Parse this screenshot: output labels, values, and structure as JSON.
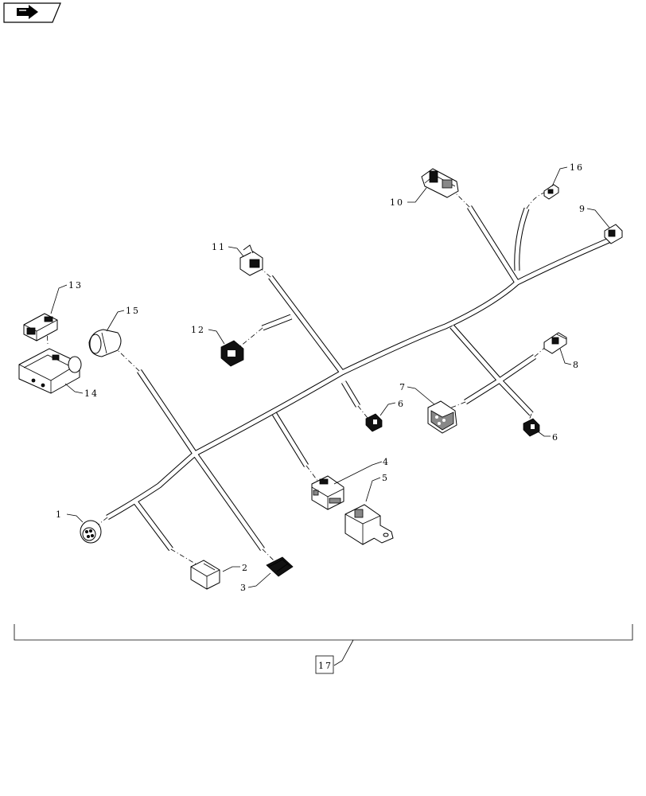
{
  "nav": {
    "icon": "next-arrow-icon"
  },
  "callouts": {
    "c1": "1",
    "c2": "2",
    "c3": "3",
    "c4": "4",
    "c5": "5",
    "c6a": "6",
    "c6b": "6",
    "c7": "7",
    "c8": "8",
    "c9": "9",
    "c10": "10",
    "c11": "11",
    "c12": "12",
    "c13": "13",
    "c14": "14",
    "c15": "15",
    "c16": "16",
    "c17": "17"
  }
}
